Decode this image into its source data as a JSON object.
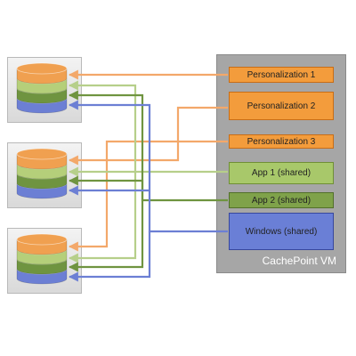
{
  "vm": {
    "label": "CachePoint VM",
    "blocks": [
      {
        "label": "Personalization 1",
        "fill": "#f39c3c",
        "border": "#c86d16"
      },
      {
        "label": "Personalization 2",
        "fill": "#f39c3c",
        "border": "#c86d16"
      },
      {
        "label": "Personalization 3",
        "fill": "#f39c3c",
        "border": "#c86d16"
      },
      {
        "label": "App 1 (shared)",
        "fill": "#a8c86a",
        "border": "#6f8f36"
      },
      {
        "label": "App 2 (shared)",
        "fill": "#7fa24a",
        "border": "#52702a"
      },
      {
        "label": "Windows (shared)",
        "fill": "#6a7fd6",
        "border": "#37479e"
      }
    ],
    "background": "#a6a6a6"
  },
  "servers": [
    {
      "layers": [
        "orange",
        "light-green",
        "dark-green",
        "blue"
      ]
    },
    {
      "layers": [
        "orange",
        "light-green",
        "dark-green",
        "blue"
      ]
    },
    {
      "layers": [
        "orange",
        "light-green",
        "dark-green",
        "blue"
      ]
    }
  ],
  "colors": {
    "orange": "#f0a050",
    "light-green": "#b5cf7a",
    "dark-green": "#6f9440",
    "blue": "#6c7fd4",
    "arrow_orange": "#f3a86a",
    "arrow_green_light": "#b6cf8a",
    "arrow_green_dark": "#6f9440",
    "arrow_blue": "#6c7fd4"
  }
}
